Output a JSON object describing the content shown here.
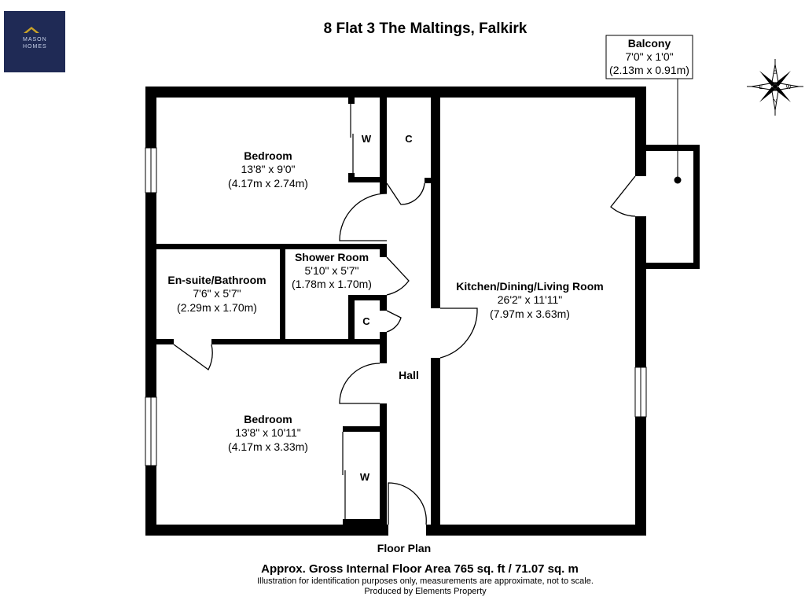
{
  "logo": {
    "line1": "MASON",
    "line2": "HOMES",
    "colors": {
      "background": "#1f2a55",
      "roof": "#c9a227",
      "text": "#c9d3ea"
    }
  },
  "title": "8 Flat 3 The Maltings, Falkirk",
  "compass": {
    "n": "N",
    "s": "S",
    "e": "E",
    "w": "W"
  },
  "rooms": {
    "bedroom1": {
      "name": "Bedroom",
      "imperial": "13'8\" x 9'0\"",
      "metric": "(4.17m x 2.74m)"
    },
    "ensuite": {
      "name": "En-suite/Bathroom",
      "imperial": "7'6\" x 5'7\"",
      "metric": "(2.29m x 1.70m)"
    },
    "shower": {
      "name": "Shower Room",
      "imperial": "5'10\" x 5'7\"",
      "metric": "(1.78m x 1.70m)"
    },
    "kitchen": {
      "name": "Kitchen/Dining/Living Room",
      "imperial": "26'2\" x 11'11\"",
      "metric": "(7.97m x 3.63m)"
    },
    "bedroom2": {
      "name": "Bedroom",
      "imperial": "13'8\" x 10'11\"",
      "metric": "(4.17m x 3.33m)"
    },
    "hall": {
      "name": "Hall"
    },
    "balcony": {
      "name": "Balcony",
      "imperial": "7'0\" x 1'0\"",
      "metric": "(2.13m x 0.91m)"
    }
  },
  "storage": {
    "wardrobe": "W",
    "cupboard": "C"
  },
  "footer": {
    "plan_label": "Floor Plan",
    "area": "Approx. Gross Internal Floor Area 765 sq. ft / 71.07 sq. m",
    "disclaimer": "Illustration for identification purposes only, measurements are approximate, not to scale.",
    "producer": "Produced by Elements Property"
  }
}
